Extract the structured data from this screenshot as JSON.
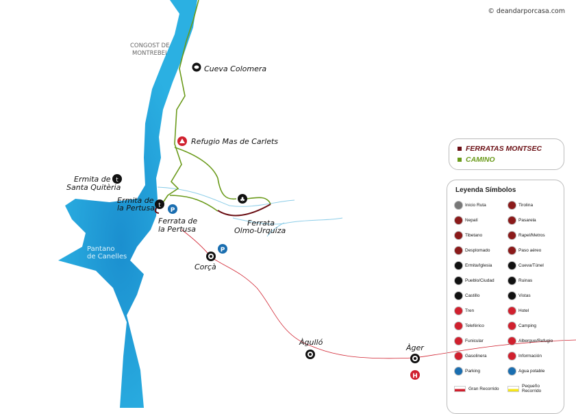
{
  "credit": "© deandarporcasa.com",
  "map_labels": {
    "congost1": "CONGOST DE",
    "congost2": "MONTREBEI",
    "cueva": "Cueva Colomera",
    "refugio": "Refugio Mas de Carlets",
    "ermita_sq1": "Ermita de",
    "ermita_sq2": "Santa Quitèria",
    "ermita_p1": "Ermita de",
    "ermita_p2": "la Pertusa",
    "ferrata_p1": "Ferrata de",
    "ferrata_p2": "la Pertusa",
    "ferrata_o1": "Ferrata",
    "ferrata_o2": "Olmo-Urquiza",
    "pantano1": "Pantano",
    "pantano2": "de Canelles",
    "corca": "Corçà",
    "agullo": "Àgulló",
    "ager": "Àger"
  },
  "route_legend": [
    {
      "label": "FERRATAS MONTSEC",
      "color": "#6b0f14"
    },
    {
      "label": "CAMINO",
      "color": "#6a9a1a"
    }
  ],
  "legend": {
    "title": "Leyenda Símbolos",
    "items": [
      {
        "label": "Inicio Ruta",
        "color": "#777"
      },
      {
        "label": "Tirolina",
        "color": "#8b1a1a"
      },
      {
        "label": "Nepalí",
        "color": "#8b1a1a"
      },
      {
        "label": "Pasarela",
        "color": "#8b1a1a"
      },
      {
        "label": "Tibetano",
        "color": "#8b1a1a"
      },
      {
        "label": "Rapel/Metros",
        "color": "#8b1a1a"
      },
      {
        "label": "Desplomado",
        "color": "#8b1a1a"
      },
      {
        "label": "Paso aéreo",
        "color": "#8b1a1a"
      },
      {
        "label": "Ermita/Iglesia",
        "color": "#111"
      },
      {
        "label": "Cueva/Túnel",
        "color": "#111"
      },
      {
        "label": "Pueblo/Ciudad",
        "color": "#111"
      },
      {
        "label": "Ruinas",
        "color": "#111"
      },
      {
        "label": "Castillo",
        "color": "#111"
      },
      {
        "label": "Vistas",
        "color": "#111"
      },
      {
        "label": "Tren",
        "color": "#d0202e"
      },
      {
        "label": "Hotel",
        "color": "#d0202e"
      },
      {
        "label": "Teleférico",
        "color": "#d0202e"
      },
      {
        "label": "Camping",
        "color": "#d0202e"
      },
      {
        "label": "Funicular",
        "color": "#d0202e"
      },
      {
        "label": "Albergue/Refugio",
        "color": "#d0202e"
      },
      {
        "label": "Gasolinera",
        "color": "#d0202e"
      },
      {
        "label": "Información",
        "color": "#d0202e"
      },
      {
        "label": "Parking",
        "color": "#1a6eb0"
      },
      {
        "label": "Agua potable",
        "color": "#1a6eb0"
      }
    ],
    "gr": "Gran Recorrido",
    "pr": "Pequeño Recorrido"
  },
  "colors": {
    "water": "#29aee0",
    "camino": "#6a9a1a",
    "ferrata": "#6b0f14",
    "road": "#d0202e",
    "stream": "#8ccde8"
  }
}
